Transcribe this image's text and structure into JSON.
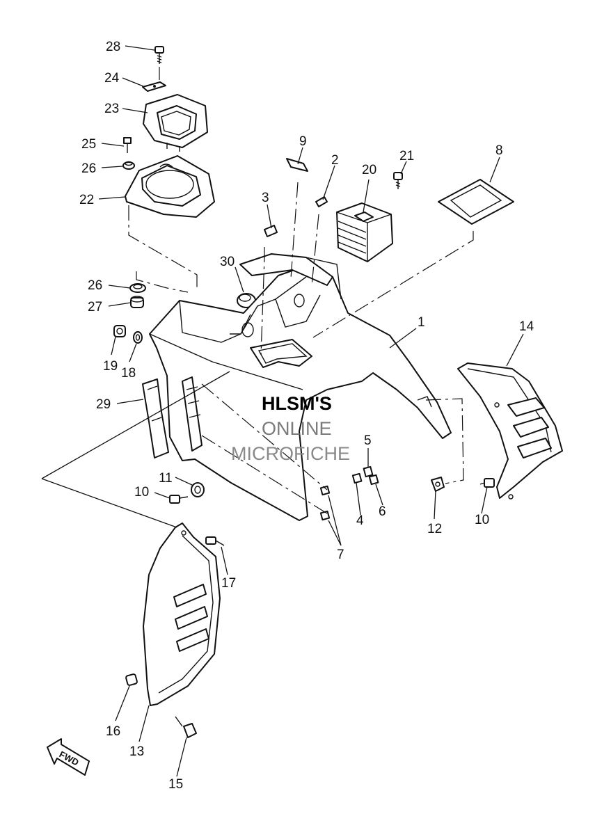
{
  "callouts": [
    "28",
    "24",
    "23",
    "25",
    "26",
    "22",
    "9",
    "2",
    "20",
    "21",
    "8",
    "3",
    "30",
    "26",
    "27",
    "1",
    "14",
    "19",
    "18",
    "29",
    "5",
    "11",
    "10",
    "4",
    "6",
    "12",
    "10",
    "7",
    "17",
    "16",
    "13",
    "15"
  ],
  "watermark": {
    "line1": "HLSM'S",
    "line2": "ONLINE",
    "line3": "MICROFICHE"
  },
  "direction_marker": "FWD"
}
